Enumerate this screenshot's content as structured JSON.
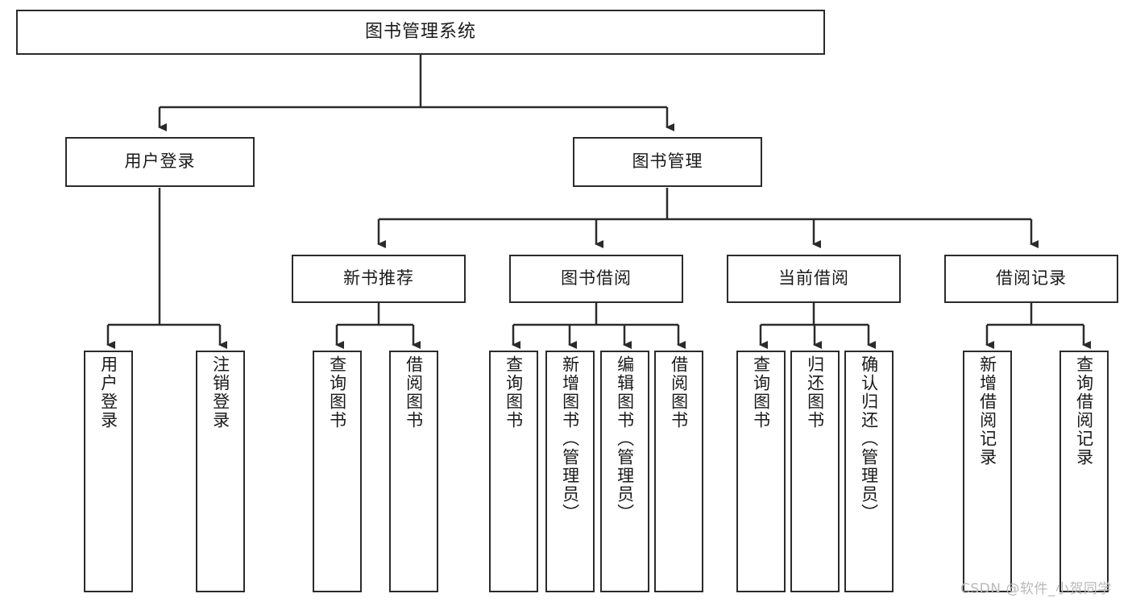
{
  "diagram": {
    "type": "tree",
    "title": "图书管理系统",
    "orientation": "top-down",
    "colors": {
      "box_border": "#2b2b2b",
      "box_fill": "#ffffff",
      "connector": "#2b2b2b",
      "text": "#1a1a1a",
      "watermark": "#b9b9b9"
    }
  },
  "nodes": {
    "root": {
      "label": "图书管理系统"
    },
    "level2": [
      {
        "label": "用户登录"
      },
      {
        "label": "图书管理"
      }
    ],
    "level3": [
      {
        "label": "新书推荐"
      },
      {
        "label": "图书借阅"
      },
      {
        "label": "当前借阅"
      },
      {
        "label": "借阅记录"
      }
    ],
    "leaves": {
      "user_login": [
        {
          "label": "用户登录"
        },
        {
          "label": "注销登录"
        }
      ],
      "new_book_recommend": [
        {
          "label": "查询图书"
        },
        {
          "label": "借阅图书"
        }
      ],
      "book_borrow": [
        {
          "label": "查询图书"
        },
        {
          "label": "新增图书（管理员）"
        },
        {
          "label": "编辑图书（管理员）"
        },
        {
          "label": "借阅图书"
        }
      ],
      "current_borrow": [
        {
          "label": "查询图书"
        },
        {
          "label": "归还图书"
        },
        {
          "label": "确认归还（管理员）"
        }
      ],
      "borrow_record": [
        {
          "label": "新增借阅记录"
        },
        {
          "label": "查询借阅记录"
        }
      ]
    }
  },
  "watermark": {
    "text": "CSDN @软件_小贺同学"
  }
}
